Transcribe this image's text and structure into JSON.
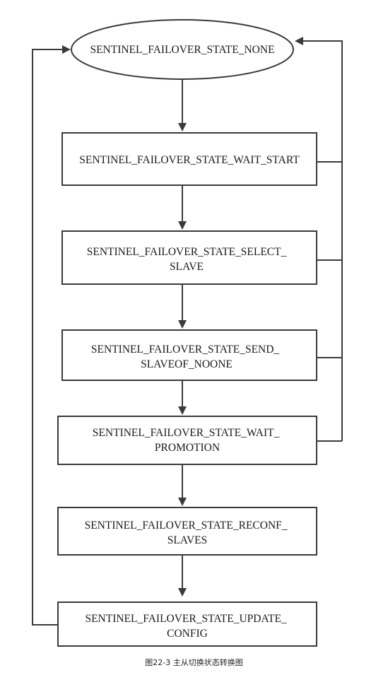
{
  "nodes": [
    {
      "id": "none",
      "lines": [
        "SENTINEL_FAILOVER_STATE_NONE"
      ]
    },
    {
      "id": "wait_start",
      "lines": [
        "SENTINEL_FAILOVER_STATE_WAIT_START"
      ]
    },
    {
      "id": "select_slave",
      "lines": [
        "SENTINEL_FAILOVER_STATE_SELECT_",
        "SLAVE"
      ]
    },
    {
      "id": "send_slaveof_noone",
      "lines": [
        "SENTINEL_FAILOVER_STATE_SEND_",
        "SLAVEOF_NOONE"
      ]
    },
    {
      "id": "wait_promotion",
      "lines": [
        "SENTINEL_FAILOVER_STATE_WAIT_",
        "PROMOTION"
      ]
    },
    {
      "id": "reconf_slaves",
      "lines": [
        "SENTINEL_FAILOVER_STATE_RECONF_",
        "SLAVES"
      ]
    },
    {
      "id": "update_config",
      "lines": [
        "SENTINEL_FAILOVER_STATE_UPDATE_",
        "CONFIG"
      ]
    }
  ],
  "caption": "图22-3 主从切换状态转换图"
}
